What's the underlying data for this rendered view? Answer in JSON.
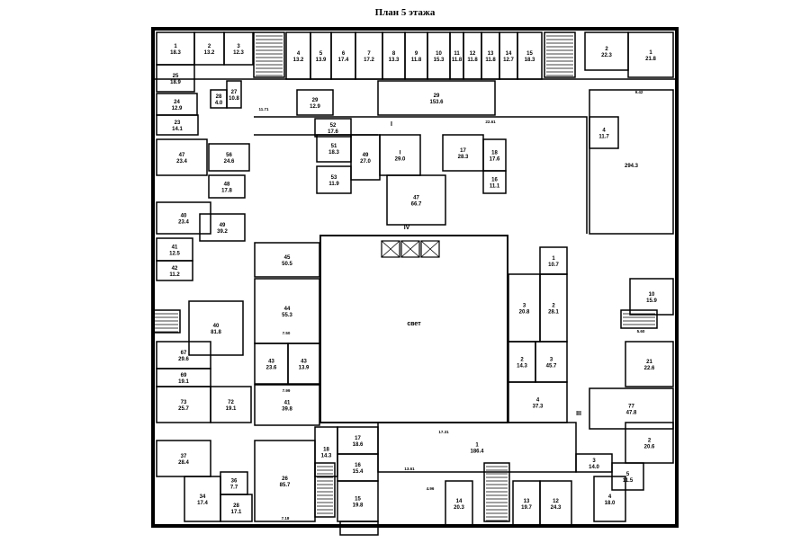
{
  "title": "План 5 этажа",
  "courtyard_label": "свет",
  "section_labels": [
    "I",
    "IV",
    "III"
  ],
  "rooms": [
    {
      "num": "1",
      "area": "18.3"
    },
    {
      "num": "2",
      "area": "13.2"
    },
    {
      "num": "3",
      "area": "12.3"
    },
    {
      "num": "4",
      "area": "13.2"
    },
    {
      "num": "5",
      "area": "13.9"
    },
    {
      "num": "6",
      "area": "17.4"
    },
    {
      "num": "7",
      "area": "17.2"
    },
    {
      "num": "8",
      "area": "13.3"
    },
    {
      "num": "9",
      "area": "11.8"
    },
    {
      "num": "10",
      "area": "15.3"
    },
    {
      "num": "11",
      "area": "11.8"
    },
    {
      "num": "12",
      "area": "11.8"
    },
    {
      "num": "13",
      "area": "11.8"
    },
    {
      "num": "14",
      "area": "12.7"
    },
    {
      "num": "15",
      "area": "18.3"
    },
    {
      "num": "2",
      "area": "22.3"
    },
    {
      "num": "1",
      "area": "21.8"
    },
    {
      "num": "25",
      "area": "18.9"
    },
    {
      "num": "24",
      "area": "12.9"
    },
    {
      "num": "23",
      "area": "14.1"
    },
    {
      "num": "28",
      "area": "4.0"
    },
    {
      "num": "27",
      "area": "10.8"
    },
    {
      "num": "29",
      "area": "12.9"
    },
    {
      "num": "29",
      "area": "153.6"
    },
    {
      "num": "52",
      "area": "17.6"
    },
    {
      "num": "47",
      "area": "23.4"
    },
    {
      "num": "56",
      "area": "24.6"
    },
    {
      "num": "48",
      "area": "17.8"
    },
    {
      "num": "51",
      "area": "18.3"
    },
    {
      "num": "49",
      "area": "27.0"
    },
    {
      "num": "53",
      "area": "11.9"
    },
    {
      "num": "I",
      "area": "29.0"
    },
    {
      "num": "17",
      "area": "28.3"
    },
    {
      "num": "18",
      "area": "17.6"
    },
    {
      "num": "16",
      "area": "11.1"
    },
    {
      "num": "47",
      "area": "66.7"
    },
    {
      "num": "",
      "area": "294.3"
    },
    {
      "num": "4",
      "area": "11.7"
    },
    {
      "num": "40",
      "area": "23.4"
    },
    {
      "num": "49",
      "area": "39.2"
    },
    {
      "num": "41",
      "area": "12.5"
    },
    {
      "num": "42",
      "area": "11.2"
    },
    {
      "num": "40",
      "area": "81.8"
    },
    {
      "num": "45",
      "area": "50.5"
    },
    {
      "num": "44",
      "area": "55.3"
    },
    {
      "num": "43",
      "area": "23.6"
    },
    {
      "num": "43",
      "area": "13.9"
    },
    {
      "num": "41",
      "area": "39.8"
    },
    {
      "num": "1",
      "area": "10.7"
    },
    {
      "num": "3",
      "area": "20.8"
    },
    {
      "num": "2",
      "area": "28.1"
    },
    {
      "num": "2",
      "area": "14.3"
    },
    {
      "num": "3",
      "area": "45.7"
    },
    {
      "num": "4",
      "area": "37.3"
    },
    {
      "num": "10",
      "area": "15.9"
    },
    {
      "num": "21",
      "area": "22.6"
    },
    {
      "num": "77",
      "area": "47.8"
    },
    {
      "num": "67",
      "area": "29.6"
    },
    {
      "num": "69",
      "area": "19.1"
    },
    {
      "num": "73",
      "area": "25.7"
    },
    {
      "num": "72",
      "area": "19.1"
    },
    {
      "num": "37",
      "area": "28.4"
    },
    {
      "num": "34",
      "area": "17.4"
    },
    {
      "num": "36",
      "area": "7.7"
    },
    {
      "num": "26",
      "area": "85.7"
    },
    {
      "num": "28",
      "area": "17.1"
    },
    {
      "num": "18",
      "area": "14.3"
    },
    {
      "num": "17",
      "area": "18.6"
    },
    {
      "num": "16",
      "area": "15.4"
    },
    {
      "num": "15",
      "area": "19.8"
    },
    {
      "num": "1",
      "area": "186.4"
    },
    {
      "num": "14",
      "area": "20.3"
    },
    {
      "num": "13",
      "area": "19.7"
    },
    {
      "num": "12",
      "area": "24.3"
    },
    {
      "num": "2",
      "area": "20.6"
    },
    {
      "num": "3",
      "area": "14.0"
    },
    {
      "num": "4",
      "area": "18.0"
    },
    {
      "num": "5",
      "area": "11.5"
    }
  ],
  "dimensions": [
    "11.71",
    "22.61",
    "9.42",
    "7.50",
    "7.99",
    "17.31",
    "13.61",
    "7.18",
    "4.96",
    "5.60"
  ]
}
